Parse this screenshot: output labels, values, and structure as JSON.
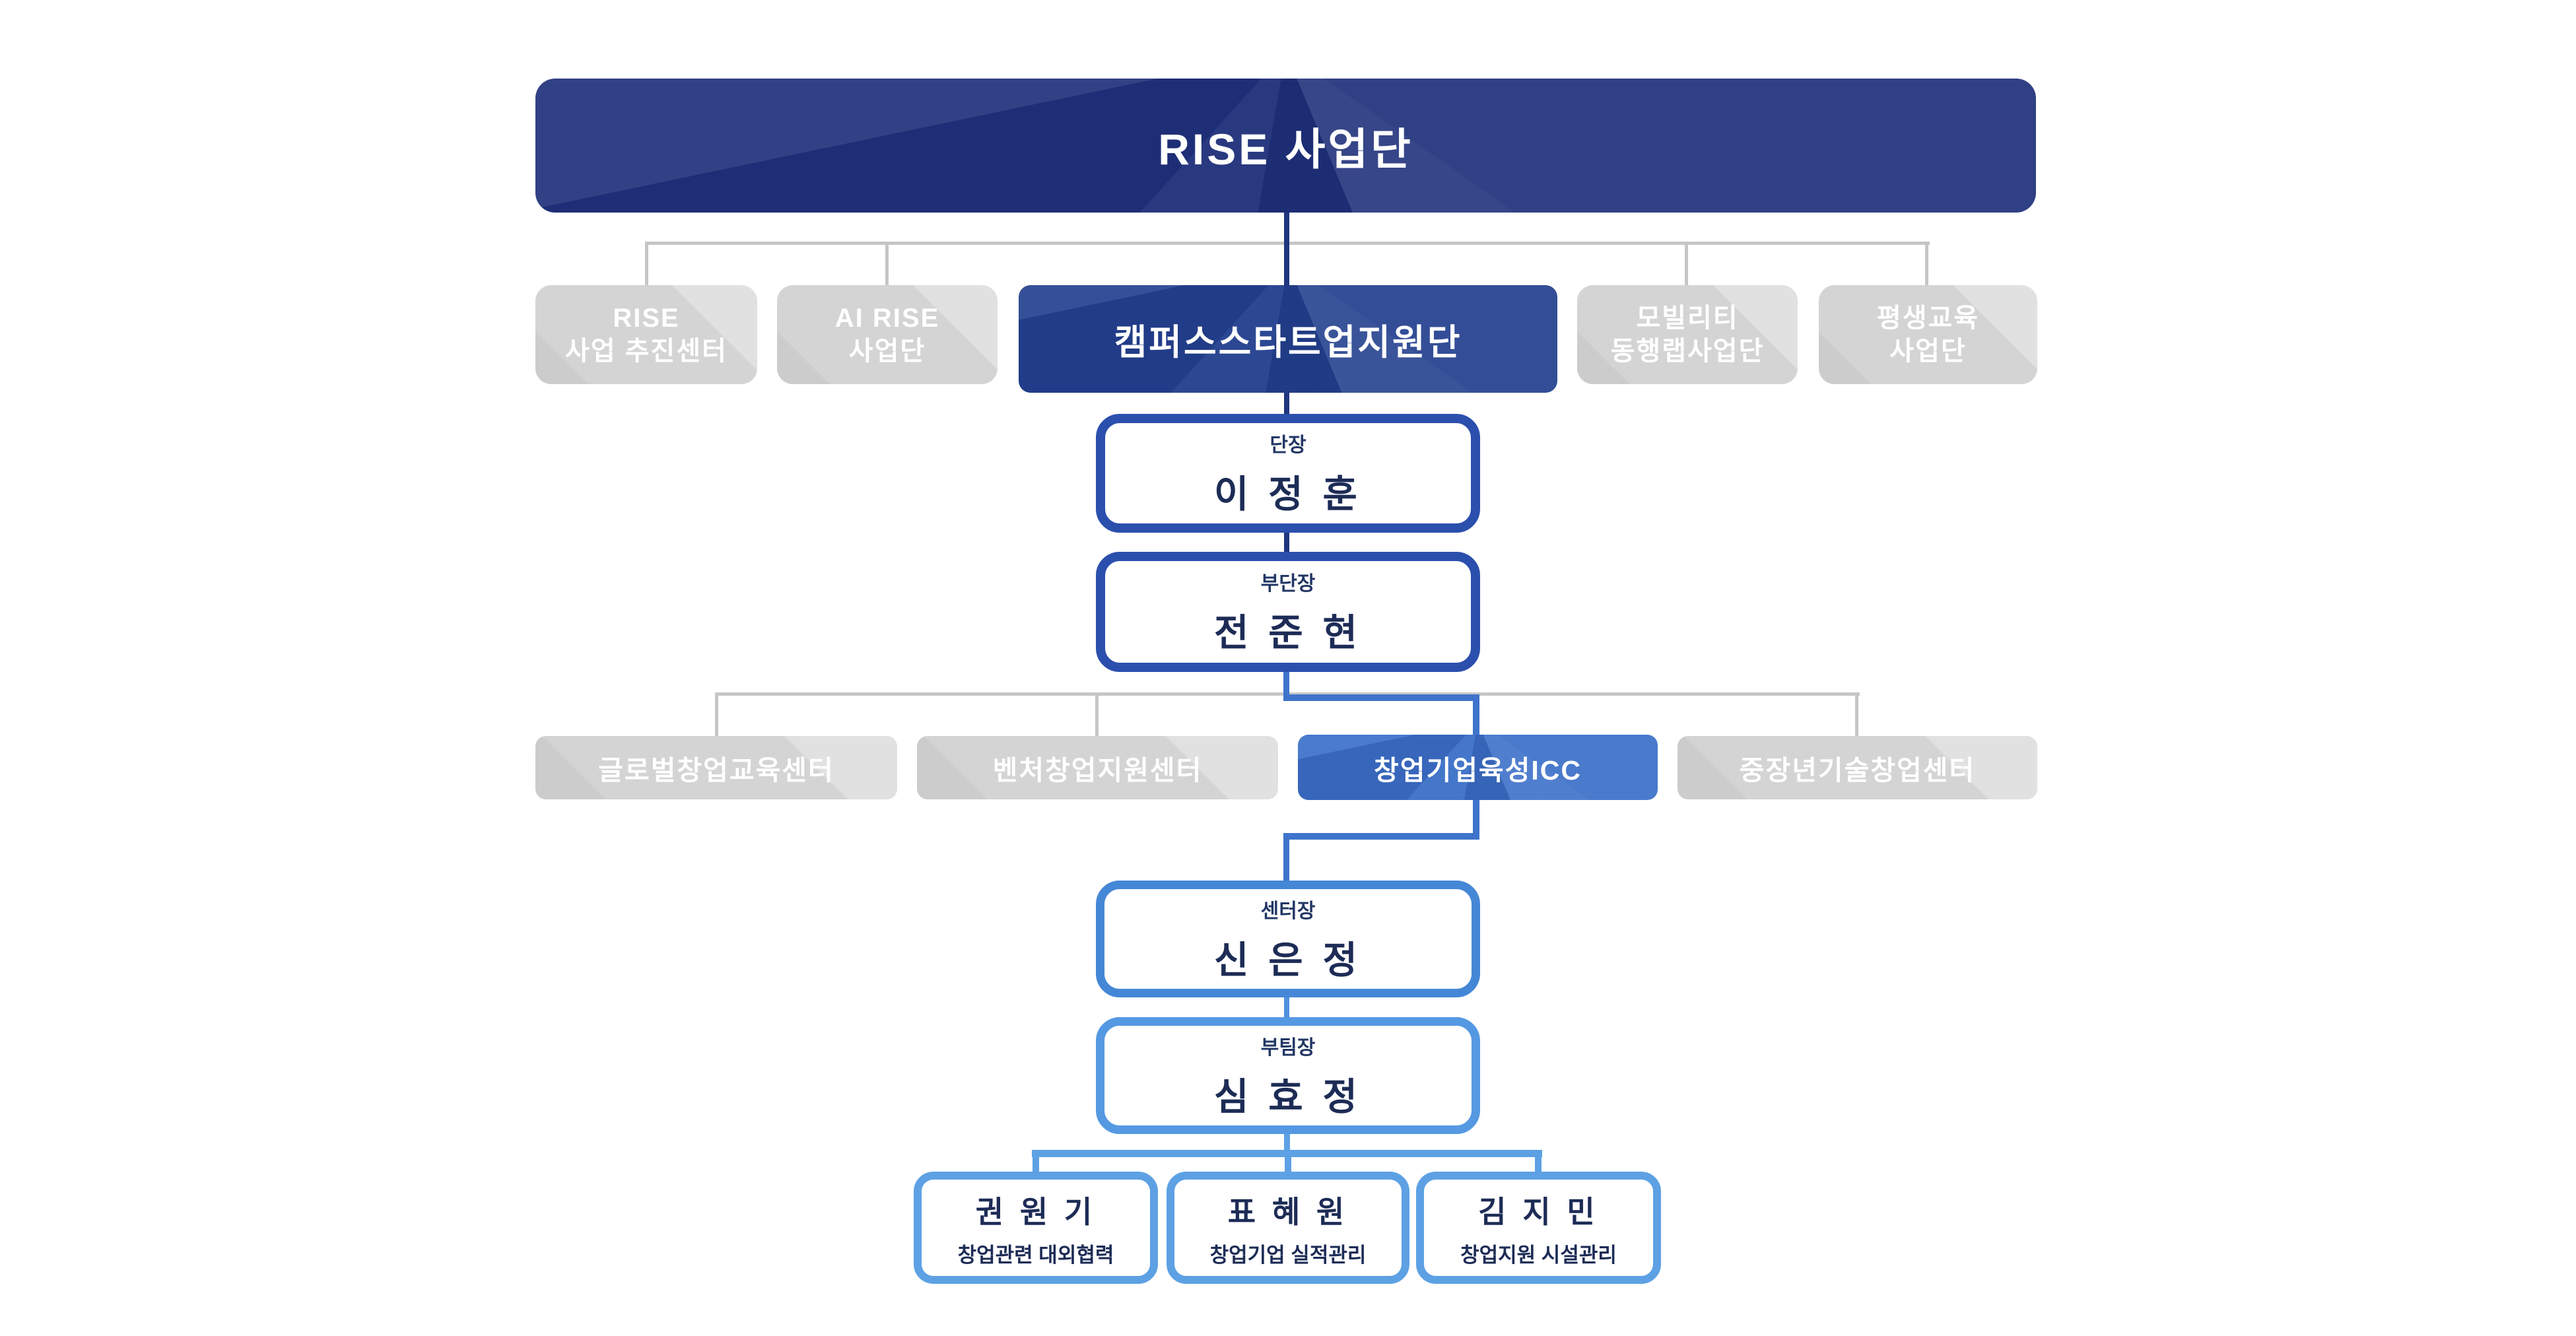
{
  "colors": {
    "banner_bg": "#20317b",
    "campus_bg": "#24418f",
    "icc_bg": "#3c70c8",
    "gray_box_bg": "#d4d4d4",
    "gray_line": "#c6c6c6",
    "royal_border": "#2b4fad",
    "navy_line": "#1f357f",
    "icc_line": "#3f74cc",
    "center_border": "#4587d7",
    "center_line": "#4e91dc",
    "team_border": "#5599e3",
    "staff_border": "#5da1e4",
    "text_dark": "#1d2c56",
    "text_white": "#ffffff"
  },
  "org": {
    "root": {
      "label": "RISE 사업단"
    },
    "division_row": [
      {
        "label": "RISE\n사업 추진센터",
        "highlight": false
      },
      {
        "label": "AI RISE\n사업단",
        "highlight": false
      },
      {
        "label": "캠퍼스스타트업지원단",
        "highlight": true
      },
      {
        "label": "모빌리티\n동행랩사업단",
        "highlight": false
      },
      {
        "label": "평생교육\n사업단",
        "highlight": false
      }
    ],
    "leaders": [
      {
        "title": "단장",
        "name": "이 정 훈"
      },
      {
        "title": "부단장",
        "name": "전 준 현"
      }
    ],
    "center_row": [
      {
        "label": "글로벌창업교육센터",
        "highlight": false
      },
      {
        "label": "벤처창업지원센터",
        "highlight": false
      },
      {
        "label": "창업기업육성ICC",
        "highlight": true
      },
      {
        "label": "중장년기술창업센터",
        "highlight": false
      }
    ],
    "center_leaders": [
      {
        "title": "센터장",
        "name": "신 은 정"
      },
      {
        "title": "부팀장",
        "name": "심 효 정"
      }
    ],
    "staff": [
      {
        "name": "권 원 기",
        "role": "창업관련 대외협력"
      },
      {
        "name": "표 혜 원",
        "role": "창업기업 실적관리"
      },
      {
        "name": "김 지 민",
        "role": "창업지원 시설관리"
      }
    ]
  }
}
